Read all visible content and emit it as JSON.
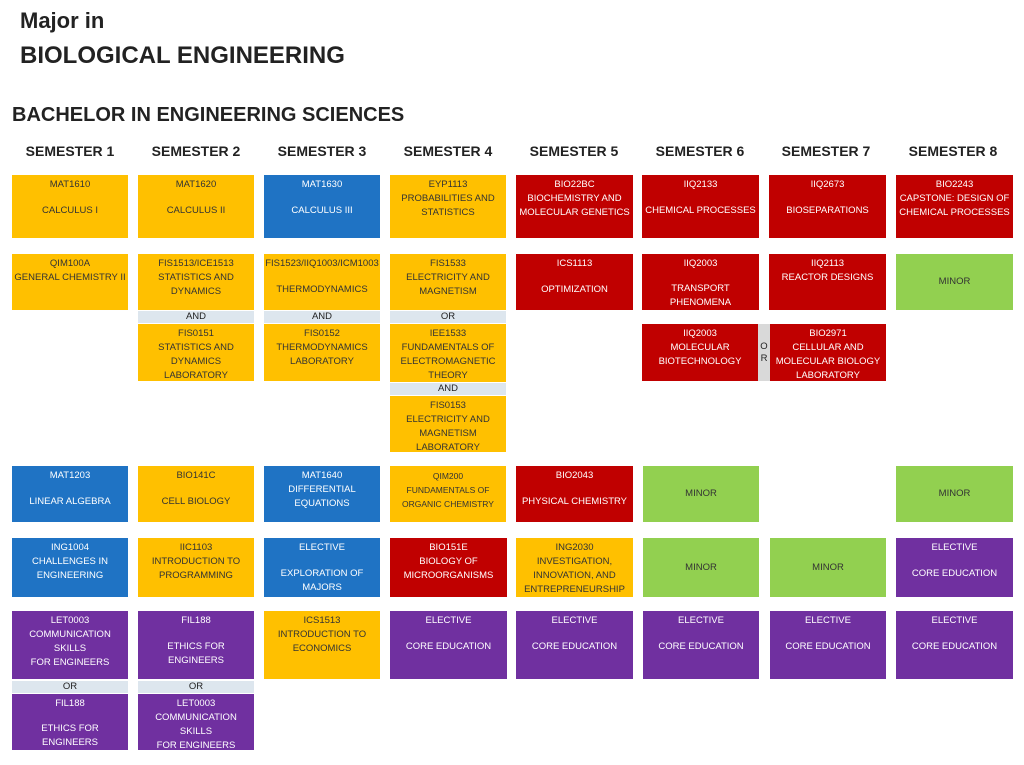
{
  "header": {
    "major_line": "Major in",
    "major_name": "BIOLOGICAL ENGINEERING",
    "program": "BACHELOR IN ENGINEERING SCIENCES"
  },
  "semesters": [
    "SEMESTER 1",
    "SEMESTER 2",
    "SEMESTER 3",
    "SEMESTER 4",
    "SEMESTER 5",
    "SEMESTER 6",
    "SEMESTER 7",
    "SEMESTER 8"
  ],
  "colors": {
    "yellow": "#ffc000",
    "blue": "#1f73c4",
    "red": "#c00000",
    "green": "#92d050",
    "purple": "#7030a0",
    "connector": "#dde6ee"
  },
  "courses": {
    "s1r1": {
      "code": "MAT1610",
      "name": "CALCULUS I"
    },
    "s2r1": {
      "code": "MAT1620",
      "name": "CALCULUS II"
    },
    "s3r1": {
      "code": "MAT1630",
      "name": "CALCULUS III"
    },
    "s4r1": {
      "code": "EYP1113",
      "name1": "PROBABILITIES AND",
      "name2": "STATISTICS"
    },
    "s5r1": {
      "code": "BIO22BC",
      "name1": "BIOCHEMISTRY AND",
      "name2": "MOLECULAR GENETICS"
    },
    "s6r1": {
      "code": "IIQ2133",
      "name": "CHEMICAL PROCESSES"
    },
    "s7r1": {
      "code": "IIQ2673",
      "name": "BIOSEPARATIONS"
    },
    "s8r1": {
      "code": "BIO2243",
      "name1": "CAPSTONE: DESIGN OF",
      "name2": "CHEMICAL PROCESSES"
    },
    "s1r2": {
      "code": "QIM100A",
      "name": "GENERAL CHEMISTRY II"
    },
    "s2r2": {
      "code": "FIS1513/ICE1513",
      "name1": "STATISTICS AND",
      "name2": "DYNAMICS"
    },
    "s3r2": {
      "code": "FIS1523/IIQ1003/ICM1003",
      "name": "THERMODYNAMICS"
    },
    "s4r2": {
      "code": "FIS1533",
      "name1": "ELECTRICITY AND",
      "name2": "MAGNETISM"
    },
    "s5r2": {
      "code": "ICS1113",
      "name": "OPTIMIZATION"
    },
    "s6r2": {
      "code": "IIQ2003",
      "name": "TRANSPORT PHENOMENA"
    },
    "s7r2": {
      "code": "IIQ2113",
      "name": "REACTOR DESIGNS"
    },
    "s8r2": {
      "name": "MINOR"
    },
    "s2r2b": {
      "code": "FIS0151",
      "name1": "STATISTICS AND",
      "name2": "DYNAMICS LABORATORY"
    },
    "s3r2b": {
      "code": "FIS0152",
      "name1": "THERMODYNAMICS",
      "name2": "LABORATORY"
    },
    "s4r2b": {
      "code": "IEE1533",
      "name1": "FUNDAMENTALS OF",
      "name2": "ELECTROMAGNETIC",
      "name3": "THEORY"
    },
    "s4r2c": {
      "code": "FIS0153",
      "name1": "ELECTRICITY AND",
      "name2": "MAGNETISM",
      "name3": "LABORATORY"
    },
    "s6r2b": {
      "code": "IIQ2003",
      "name1": "MOLECULAR",
      "name2": "BIOTECHNOLOGY"
    },
    "s7r2b": {
      "code": "BIO2971",
      "name1": "CELLULAR AND",
      "name2": "MOLECULAR BIOLOGY",
      "name3": "LABORATORY"
    },
    "s1r3": {
      "code": "MAT1203",
      "name": "LINEAR ALGEBRA"
    },
    "s2r3": {
      "code": "BIO141C",
      "name": "CELL BIOLOGY"
    },
    "s3r3": {
      "code": "MAT1640",
      "name1": "DIFFERENTIAL",
      "name2": "EQUATIONS"
    },
    "s4r3": {
      "code": "QIM200",
      "name1": "FUNDAMENTALS OF",
      "name2": "ORGANIC CHEMISTRY"
    },
    "s5r3": {
      "code": "BIO2043",
      "name": "PHYSICAL CHEMISTRY"
    },
    "s6r3": {
      "name": "MINOR"
    },
    "s8r3": {
      "name": "MINOR"
    },
    "s1r4": {
      "code": "ING1004",
      "name1": "CHALLENGES IN",
      "name2": "ENGINEERING"
    },
    "s2r4": {
      "code": "IIC1103",
      "name1": "INTRODUCTION TO",
      "name2": "PROGRAMMING"
    },
    "s3r4": {
      "code": "ELECTIVE",
      "name": "EXPLORATION OF MAJORS"
    },
    "s4r4": {
      "code": "BIO151E",
      "name1": "BIOLOGY OF",
      "name2": "MICROORGANISMS"
    },
    "s5r4": {
      "code": "ING2030",
      "name1": "INVESTIGATION,",
      "name2": "INNOVATION, AND",
      "name3": "ENTREPRENEURSHIP"
    },
    "s6r4": {
      "name": "MINOR"
    },
    "s7r4": {
      "name": "MINOR"
    },
    "s8r4": {
      "code": "ELECTIVE",
      "name": "CORE EDUCATION"
    },
    "s1r5": {
      "code": "LET0003",
      "name1": "COMMUNICATION SKILLS",
      "name2": "FOR ENGINEERS"
    },
    "s2r5": {
      "code": "FIL188",
      "name": "ETHICS FOR ENGINEERS"
    },
    "s3r5": {
      "code": "ICS1513",
      "name1": "INTRODUCTION TO",
      "name2": "ECONOMICS"
    },
    "s4r5": {
      "code": "ELECTIVE",
      "name": "CORE EDUCATION"
    },
    "s5r5": {
      "code": "ELECTIVE",
      "name": "CORE EDUCATION"
    },
    "s6r5": {
      "code": "ELECTIVE",
      "name": "CORE EDUCATION"
    },
    "s7r5": {
      "code": "ELECTIVE",
      "name": "CORE EDUCATION"
    },
    "s8r5": {
      "code": "ELECTIVE",
      "name": "CORE EDUCATION"
    },
    "s1r5b": {
      "code": "FIL188",
      "name": "ETHICS FOR ENGINEERS"
    },
    "s2r5b": {
      "code": "LET0003",
      "name1": "COMMUNICATION SKILLS",
      "name2": "FOR ENGINEERS"
    }
  },
  "connectors": {
    "and": "AND",
    "or": "OR",
    "or_v1": "O",
    "or_v2": "R"
  }
}
